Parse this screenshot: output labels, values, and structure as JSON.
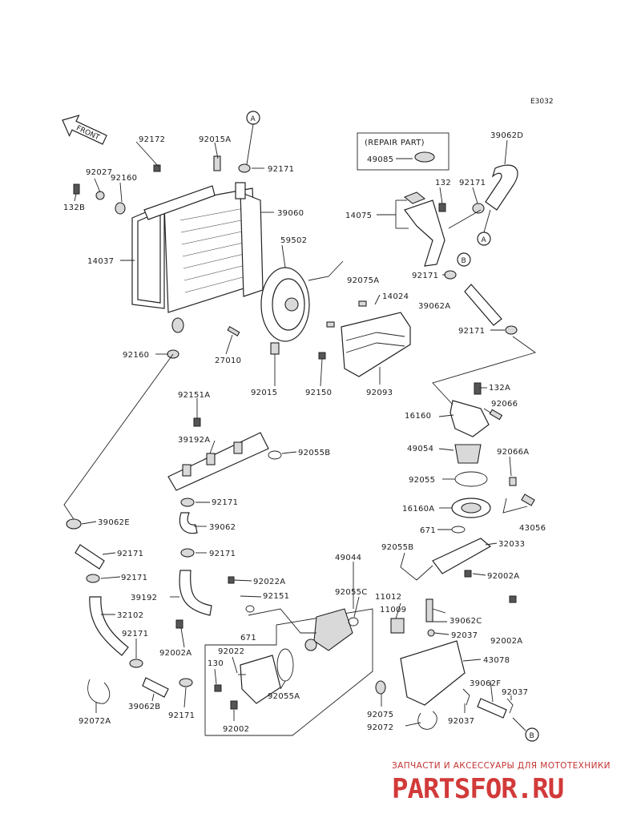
{
  "diagram_code": "E3032",
  "front_label": "FRONT",
  "repair_part": {
    "title": "(REPAIR PART)",
    "part_number": "49085"
  },
  "callouts": [
    "A",
    "B"
  ],
  "labels": [
    {
      "id": "l92172",
      "text": "92172"
    },
    {
      "id": "l92015A",
      "text": "92015A"
    },
    {
      "id": "l92171a",
      "text": "92171"
    },
    {
      "id": "l92027",
      "text": "92027"
    },
    {
      "id": "l92160a",
      "text": "92160"
    },
    {
      "id": "l132B",
      "text": "132B"
    },
    {
      "id": "l39060",
      "text": "39060"
    },
    {
      "id": "l14037",
      "text": "14037"
    },
    {
      "id": "l59502",
      "text": "59502"
    },
    {
      "id": "l92160b",
      "text": "92160"
    },
    {
      "id": "l27010",
      "text": "27010"
    },
    {
      "id": "l92015",
      "text": "92015"
    },
    {
      "id": "l92150",
      "text": "92150"
    },
    {
      "id": "l39062D",
      "text": "39062D"
    },
    {
      "id": "l132",
      "text": "132"
    },
    {
      "id": "l92171b",
      "text": "92171"
    },
    {
      "id": "l14075",
      "text": "14075"
    },
    {
      "id": "l92171c",
      "text": "92171"
    },
    {
      "id": "l92075A",
      "text": "92075A"
    },
    {
      "id": "l14024",
      "text": "14024"
    },
    {
      "id": "l39062A",
      "text": "39062A"
    },
    {
      "id": "l92171d",
      "text": "92171"
    },
    {
      "id": "l92093",
      "text": "92093"
    },
    {
      "id": "l132A",
      "text": "132A"
    },
    {
      "id": "l92066",
      "text": "92066"
    },
    {
      "id": "l16160",
      "text": "16160"
    },
    {
      "id": "l49054",
      "text": "49054"
    },
    {
      "id": "l92066A",
      "text": "92066A"
    },
    {
      "id": "l92055",
      "text": "92055"
    },
    {
      "id": "l16160A",
      "text": "16160A"
    },
    {
      "id": "l43056",
      "text": "43056"
    },
    {
      "id": "l671a",
      "text": "671"
    },
    {
      "id": "l32033",
      "text": "32033"
    },
    {
      "id": "l92151A",
      "text": "92151A"
    },
    {
      "id": "l39192A",
      "text": "39192A"
    },
    {
      "id": "l92055B",
      "text": "92055B"
    },
    {
      "id": "l92171e",
      "text": "92171"
    },
    {
      "id": "l39062",
      "text": "39062"
    },
    {
      "id": "l92171f",
      "text": "92171"
    },
    {
      "id": "l39062E",
      "text": "39062E"
    },
    {
      "id": "l92171g",
      "text": "92171"
    },
    {
      "id": "l92171h",
      "text": "92171"
    },
    {
      "id": "l39192",
      "text": "39192"
    },
    {
      "id": "l92022A",
      "text": "92022A"
    },
    {
      "id": "l92151",
      "text": "92151"
    },
    {
      "id": "l32102",
      "text": "32102"
    },
    {
      "id": "l671b",
      "text": "671"
    },
    {
      "id": "l92171i",
      "text": "92171"
    },
    {
      "id": "l92002Aa",
      "text": "92002A"
    },
    {
      "id": "l49044",
      "text": "49044"
    },
    {
      "id": "l92055C",
      "text": "92055C"
    },
    {
      "id": "l92055Bb",
      "text": "92055B"
    },
    {
      "id": "l92002Ab",
      "text": "92002A"
    },
    {
      "id": "l11012",
      "text": "11012"
    },
    {
      "id": "l11009",
      "text": "11009"
    },
    {
      "id": "l39062C",
      "text": "39062C"
    },
    {
      "id": "l92037a",
      "text": "92037"
    },
    {
      "id": "l92002Ac",
      "text": "92002A"
    },
    {
      "id": "l43078",
      "text": "43078"
    },
    {
      "id": "l92022",
      "text": "92022"
    },
    {
      "id": "l130",
      "text": "130"
    },
    {
      "id": "l92055A",
      "text": "92055A"
    },
    {
      "id": "l92072A",
      "text": "92072A"
    },
    {
      "id": "l39062B",
      "text": "39062B"
    },
    {
      "id": "l92171j",
      "text": "92171"
    },
    {
      "id": "l92002",
      "text": "92002"
    },
    {
      "id": "l39062F",
      "text": "39062F"
    },
    {
      "id": "l92037b",
      "text": "92037"
    },
    {
      "id": "l92075",
      "text": "92075"
    },
    {
      "id": "l92072",
      "text": "92072"
    },
    {
      "id": "l92037c",
      "text": "92037"
    }
  ],
  "watermark": {
    "tagline": "ЗАПЧАСТИ И АКСЕССУАРЫ ДЛЯ МОТОТЕХНИКИ",
    "logo": "PARTSFOR.RU"
  }
}
